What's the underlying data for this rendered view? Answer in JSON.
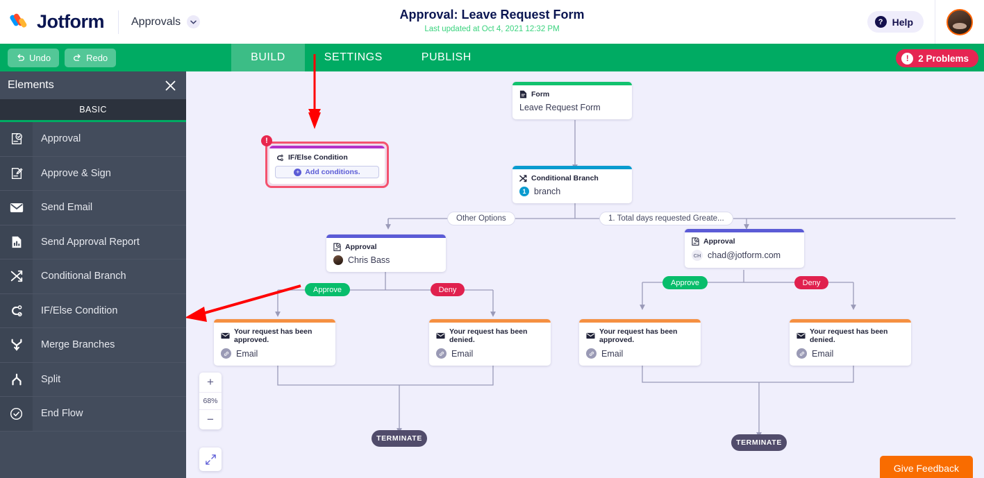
{
  "header": {
    "brand": "Jotform",
    "brand_logo_icon": "jotform-logo-icon",
    "product_menu_label": "Approvals",
    "product_menu_icon": "chevron-down-icon",
    "title": "Approval: Leave Request Form",
    "subtitle": "Last updated at Oct 4, 2021 12:32 PM",
    "help_label": "Help",
    "help_icon": "question-mark-icon",
    "avatar_icon": "user-avatar"
  },
  "toolbar": {
    "undo_label": "Undo",
    "undo_icon": "undo-arrow-icon",
    "redo_label": "Redo",
    "redo_icon": "redo-arrow-icon",
    "tabs": [
      {
        "label": "BUILD",
        "active": true
      },
      {
        "label": "SETTINGS",
        "active": false
      },
      {
        "label": "PUBLISH",
        "active": false
      }
    ],
    "problems_label": "2 Problems",
    "problems_icon": "exclamation-icon",
    "problems_color": "#e52552",
    "bar_color": "#00ab63",
    "active_tab_color": "#3cbd86"
  },
  "sidebar": {
    "title": "Elements",
    "close_icon": "close-icon",
    "section_label": "BASIC",
    "items": [
      {
        "label": "Approval",
        "icon": "approval-icon"
      },
      {
        "label": "Approve & Sign",
        "icon": "approve-sign-icon"
      },
      {
        "label": "Send Email",
        "icon": "envelope-icon"
      },
      {
        "label": "Send Approval Report",
        "icon": "report-chart-icon"
      },
      {
        "label": "Conditional Branch",
        "icon": "conditional-branch-icon"
      },
      {
        "label": "IF/Else Condition",
        "icon": "if-else-condition-icon"
      },
      {
        "label": "Merge Branches",
        "icon": "merge-branches-icon"
      },
      {
        "label": "Split",
        "icon": "split-icon"
      },
      {
        "label": "End Flow",
        "icon": "end-flow-check-icon"
      }
    ]
  },
  "canvas": {
    "background": "#f0effc",
    "nodes": {
      "form": {
        "type": "Form",
        "type_icon": "form-document-icon",
        "title": "Leave Request Form",
        "accent": "#12c26e"
      },
      "conditional_branch": {
        "type": "Conditional Branch",
        "type_icon": "conditional-branch-icon",
        "title": "branch",
        "badge": "1",
        "accent": "#0a9bcf"
      },
      "if_else": {
        "type": "IF/Else Condition",
        "type_icon": "if-else-condition-icon",
        "action_label": "Add conditions.",
        "action_icon": "plus-circle-icon",
        "error_badge": "!",
        "accent": "#b232c9",
        "error_color": "#f4526f"
      },
      "approval_left": {
        "type": "Approval",
        "type_icon": "approval-icon",
        "assignee": "Chris Bass",
        "accent": "#5b5bd6"
      },
      "approval_right": {
        "type": "Approval",
        "type_icon": "approval-icon",
        "assignee": "chad@jotform.com",
        "initials": "CH",
        "accent": "#5b5bd6"
      },
      "email_approved_left": {
        "title": "Your request has been approved.",
        "type_icon": "envelope-icon",
        "subtitle": "Email",
        "subtitle_icon": "link-icon",
        "accent": "#f59042"
      },
      "email_denied_left": {
        "title": "Your request has been denied.",
        "type_icon": "envelope-icon",
        "subtitle": "Email",
        "subtitle_icon": "link-icon",
        "accent": "#f59042"
      },
      "email_approved_right": {
        "title": "Your request has been approved.",
        "type_icon": "envelope-icon",
        "subtitle": "Email",
        "subtitle_icon": "link-icon",
        "accent": "#f59042"
      },
      "email_denied_right": {
        "title": "Your request has been denied.",
        "type_icon": "envelope-icon",
        "subtitle": "Email",
        "subtitle_icon": "link-icon",
        "accent": "#f59042"
      }
    },
    "branch_labels": {
      "other_options": "Other Options",
      "condition_1": "1. Total days requested Greate..."
    },
    "decision_pills": {
      "approve": "Approve",
      "deny": "Deny",
      "approve_color": "#08bd6b",
      "deny_color": "#e0214e"
    },
    "terminators": {
      "left": "TERMINATE",
      "right": "TERMINATE",
      "color": "#514c6b"
    },
    "zoom": {
      "in_label": "+",
      "level": "68%",
      "out_label": "−",
      "fit_icon": "fit-screen-icon"
    },
    "feedback_label": "Give Feedback",
    "feedback_color": "#f96c00",
    "annotation_color": "#ff0000"
  }
}
